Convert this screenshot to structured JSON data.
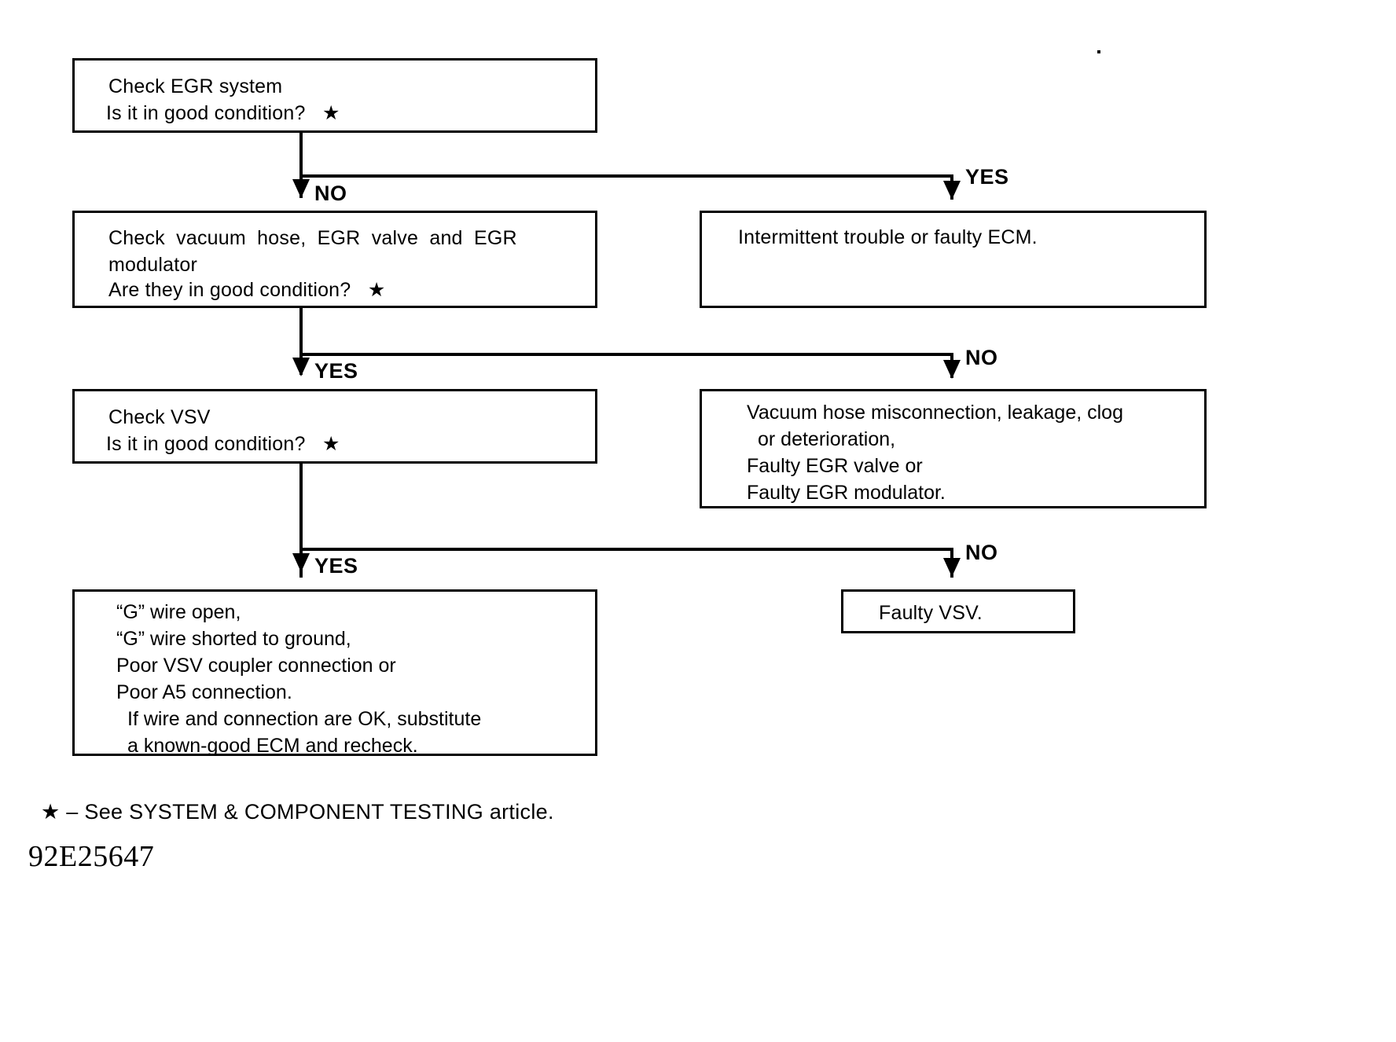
{
  "document": {
    "id_label": "92E25647",
    "footnote": "★ – See SYSTEM & COMPONENT TESTING article."
  },
  "flowchart": {
    "type": "decision-tree",
    "title": "EGR System Diagnostic Flowchart",
    "nodes": [
      {
        "id": "check-egr-system",
        "kind": "decision",
        "lines": [
          "Check EGR system",
          "Is it in good condition?   ★"
        ]
      },
      {
        "id": "intermittent-trouble",
        "kind": "terminal",
        "lines": [
          "Intermittent trouble or faulty ECM."
        ]
      },
      {
        "id": "check-vacuum-hose",
        "kind": "decision",
        "lines": [
          "Check  vacuum  hose,  EGR  valve  and  EGR",
          "modulator",
          "Are they in good condition?   ★"
        ]
      },
      {
        "id": "vacuum-hose-faults",
        "kind": "terminal-list",
        "bullets": [
          {
            "text": "Vacuum hose misconnection, leakage, clog",
            "continuation": "or deterioration,"
          },
          {
            "text": "Faulty EGR valve or",
            "continuation": ""
          },
          {
            "text": "Faulty EGR modulator.",
            "continuation": ""
          }
        ]
      },
      {
        "id": "check-vsv",
        "kind": "decision",
        "lines": [
          "Check VSV",
          "Is it in good condition?   ★"
        ]
      },
      {
        "id": "faulty-vsv",
        "kind": "terminal",
        "lines": [
          "Faulty VSV."
        ]
      },
      {
        "id": "wire-faults",
        "kind": "terminal-list",
        "bullets": [
          {
            "text": "“G” wire open,",
            "continuation": ""
          },
          {
            "text": "“G” wire shorted to ground,",
            "continuation": ""
          },
          {
            "text": "Poor VSV coupler connection or",
            "continuation": ""
          },
          {
            "text": "Poor A5 connection.",
            "continuation": "If wire and connection are OK, substitute"
          }
        ],
        "extra_lines": [
          "a known-good ECM and recheck."
        ]
      }
    ],
    "edges": [
      {
        "id": "egr-no",
        "label": "NO",
        "from": "check-egr-system",
        "to": "check-vacuum-hose"
      },
      {
        "id": "egr-yes",
        "label": "YES",
        "from": "check-egr-system",
        "to": "intermittent-trouble"
      },
      {
        "id": "hose-yes",
        "label": "YES",
        "from": "check-vacuum-hose",
        "to": "check-vsv"
      },
      {
        "id": "hose-no",
        "label": "NO",
        "from": "check-vacuum-hose",
        "to": "vacuum-hose-faults"
      },
      {
        "id": "vsv-yes",
        "label": "YES",
        "from": "check-vsv",
        "to": "wire-faults"
      },
      {
        "id": "vsv-no",
        "label": "NO",
        "from": "check-vsv",
        "to": "faulty-vsv"
      }
    ]
  }
}
